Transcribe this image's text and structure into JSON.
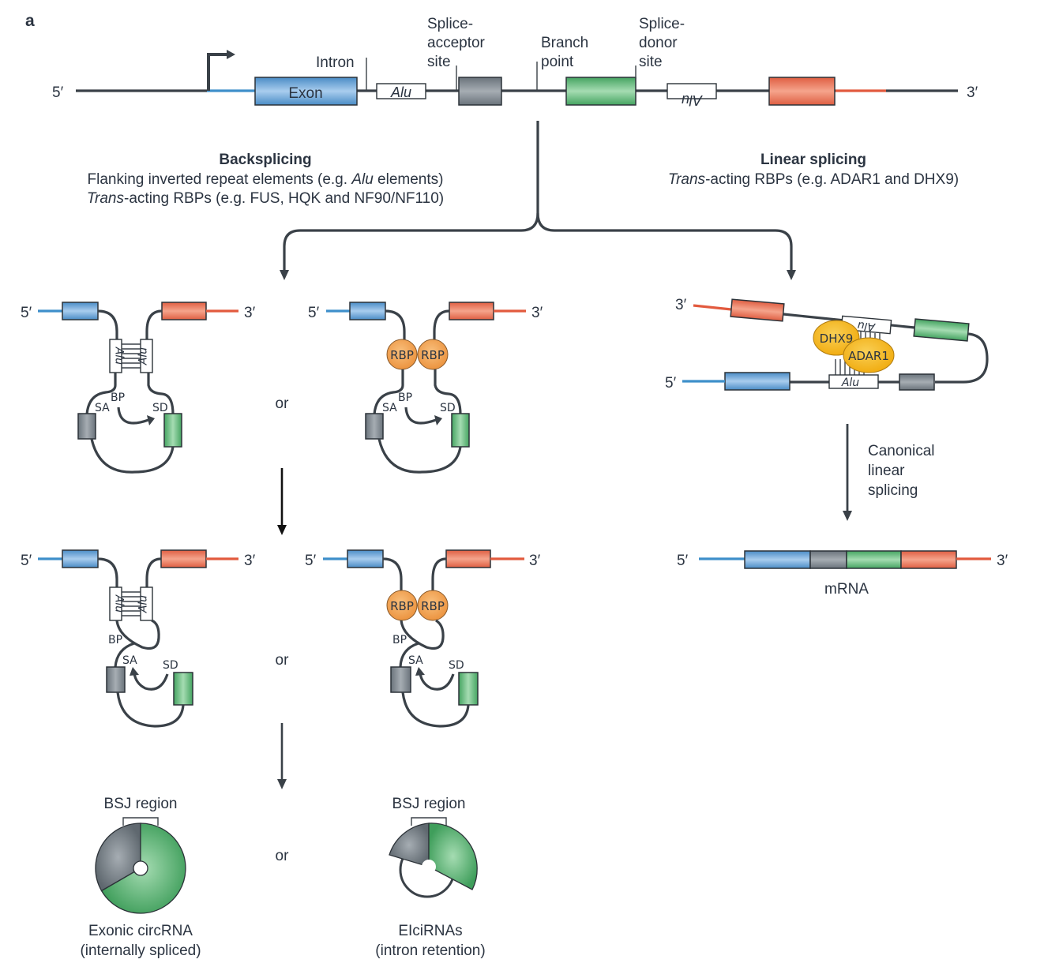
{
  "panel_label": "a",
  "colors": {
    "exon1": "#5b9bd0",
    "exon2": "#7d858c",
    "exon3": "#5db574",
    "exon4": "#e8735a",
    "strand": "#3a4148",
    "utr5": "#3e8fca",
    "utr3": "#e25a3e",
    "rbp": "#f0a04b",
    "adar": "#f5b323",
    "text": "#2b3441"
  },
  "gene": {
    "five_prime": "5′",
    "three_prime": "3′",
    "exon_label": "Exon",
    "alu_label": "Alu",
    "alu_inverted_label": "Alu",
    "intron_label": "Intron",
    "splice_acceptor": [
      "Splice-",
      "acceptor",
      "site"
    ],
    "branch_point": [
      "Branch",
      "point"
    ],
    "splice_donor": [
      "Splice-",
      "donor",
      "site"
    ]
  },
  "backsplicing": {
    "title": "Backsplicing",
    "line1_pre": "Flanking inverted repeat elements (e.g. ",
    "line1_ital": "Alu",
    "line1_post": " elements)",
    "line2_ital": "Trans",
    "line2_post": "-acting RBPs (e.g. FUS, HQK and NF90/NF110)"
  },
  "linear": {
    "title": "Linear splicing",
    "line1_ital": "Trans",
    "line1_post": "-acting RBPs (e.g. ADAR1 and DHX9)",
    "step_label": [
      "Canonical",
      "linear",
      "splicing"
    ],
    "mrna_label": "mRNA",
    "dhx9": "DHX9",
    "adar1": "ADAR1"
  },
  "intermediates": {
    "sa": "SA",
    "sd": "SD",
    "bp": "BP",
    "rbp": "RBP",
    "alu": "Alu",
    "or": "or"
  },
  "products": {
    "bsj_label": "BSJ region",
    "exonic_title": "Exonic circRNA",
    "exonic_sub": "(internally spliced)",
    "eiciRNA_title": "EIciRNAs",
    "eiciRNA_sub": "(intron retention)"
  }
}
